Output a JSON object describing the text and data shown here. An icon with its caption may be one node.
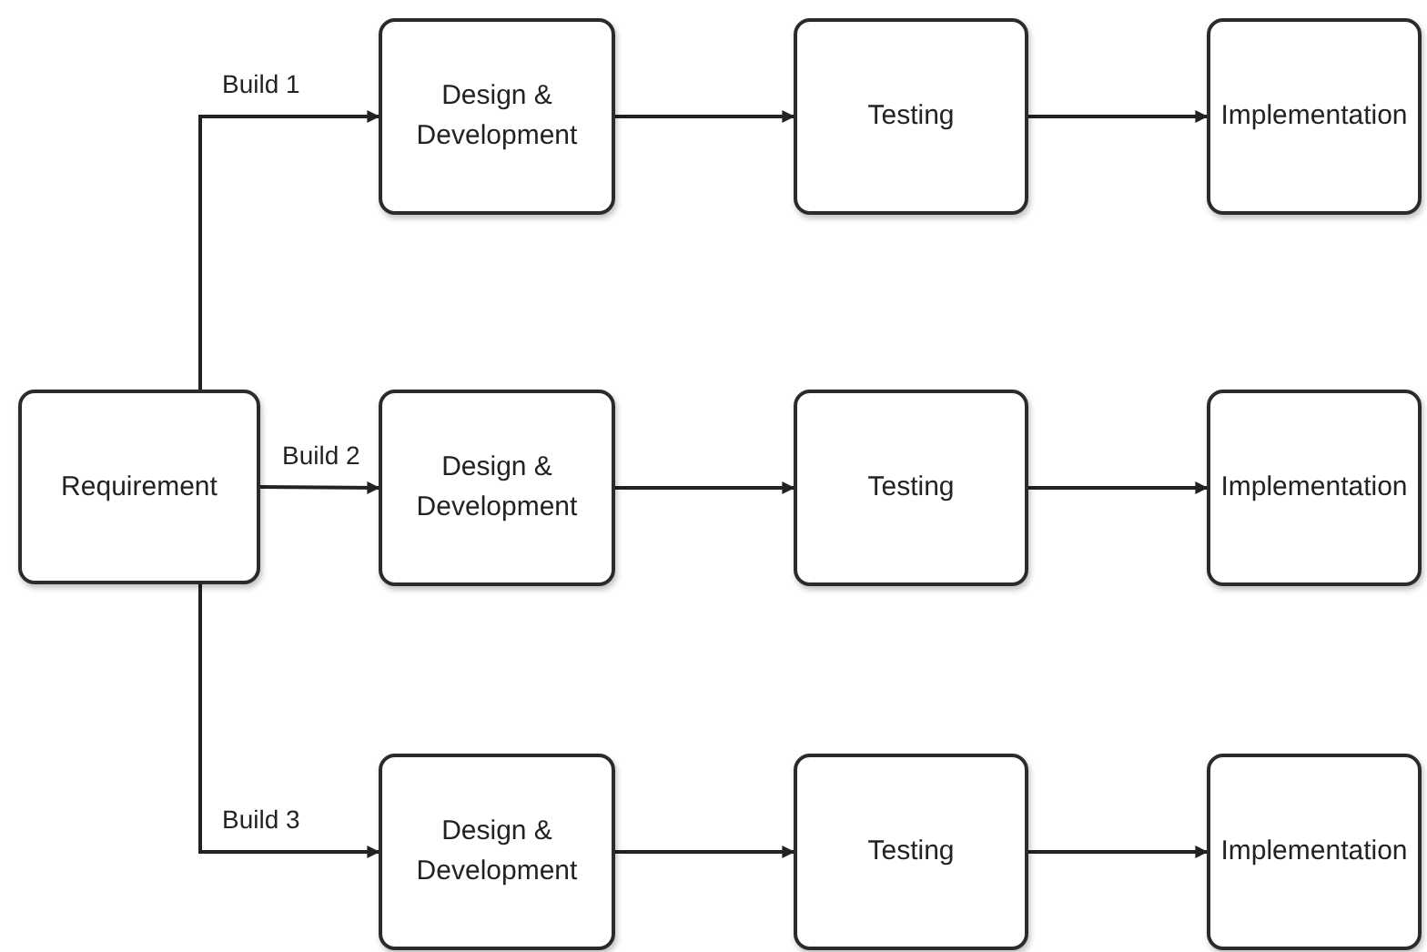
{
  "diagram": {
    "nodes": [
      {
        "text": [
          "Requirement"
        ]
      },
      {
        "text": [
          "Design & Development"
        ]
      },
      {
        "text": [
          "Testing"
        ]
      },
      {
        "text": [
          "Implementation"
        ]
      },
      {
        "text": [
          "Design & Development"
        ]
      },
      {
        "text": [
          "Testing"
        ]
      },
      {
        "text": [
          "Implementation"
        ]
      },
      {
        "text": [
          "Design & Development"
        ]
      },
      {
        "text": [
          "Testing"
        ]
      },
      {
        "text": [
          "Implementation"
        ]
      }
    ],
    "edges": [
      {
        "from": 0,
        "to": 1,
        "arrow": "to",
        "label": "Build 1"
      },
      {
        "from": 1,
        "to": 2,
        "arrow": "to"
      },
      {
        "from": 2,
        "to": 3,
        "arrow": "to"
      },
      {
        "from": 0,
        "to": 4,
        "arrow": "to",
        "label": "Build 2"
      },
      {
        "from": 4,
        "to": 5,
        "arrow": "to"
      },
      {
        "from": 5,
        "to": 6,
        "arrow": "to"
      },
      {
        "from": 0,
        "to": 7,
        "arrow": "to",
        "label": "Build 3"
      },
      {
        "from": 7,
        "to": 8,
        "arrow": "to"
      },
      {
        "from": 8,
        "to": 9,
        "arrow": "to"
      }
    ]
  }
}
